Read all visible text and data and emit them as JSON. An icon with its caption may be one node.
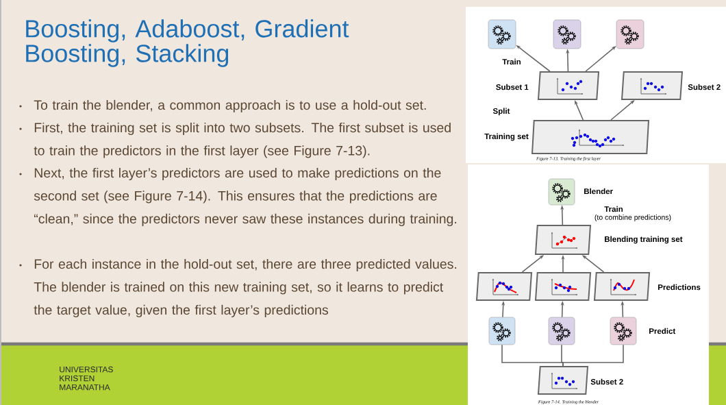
{
  "diagram": {
    "title": "Boosting, Adaboost, Gradient Boosting, Stacking",
    "nodes": [
      {
        "text": [],
        "shape": "box"
      },
      {
        "text": [],
        "shape": "box"
      },
      {
        "text": [],
        "shape": "box"
      },
      {
        "text": [
          "Subset 1"
        ]
      },
      {
        "text": [
          "Subset 2"
        ]
      },
      {
        "text": [
          "Training set"
        ]
      },
      {
        "text": [
          "Blender"
        ]
      },
      {
        "text": [
          "Blending training set"
        ]
      },
      {
        "text": [],
        "shape": "parallelogram"
      },
      {
        "text": [],
        "shape": "parallelogram"
      },
      {
        "text": [],
        "shape": "parallelogram"
      },
      {
        "text": [],
        "shape": "box"
      },
      {
        "text": [],
        "shape": "box"
      },
      {
        "text": [],
        "shape": "box"
      },
      {
        "text": [
          "Subset 2"
        ]
      }
    ],
    "edges": [
      {
        "from": 5,
        "to": 3,
        "arrow": "to"
      },
      {
        "from": 5,
        "to": 4,
        "arrow": "to"
      },
      {
        "from": 3,
        "to": 0,
        "arrow": "to"
      },
      {
        "from": 3,
        "to": 1,
        "arrow": "to"
      },
      {
        "from": 3,
        "to": 2,
        "arrow": "to"
      },
      {
        "from": 14,
        "to": 11,
        "arrow": "none"
      },
      {
        "from": 14,
        "to": 12,
        "arrow": "none"
      },
      {
        "from": 14,
        "to": 13,
        "arrow": "none"
      },
      {
        "from": 11,
        "to": 8,
        "arrow": "to"
      },
      {
        "from": 12,
        "to": 9,
        "arrow": "to"
      },
      {
        "from": 13,
        "to": 10,
        "arrow": "to"
      },
      {
        "from": 8,
        "to": 7,
        "arrow": "to"
      },
      {
        "from": 9,
        "to": 7,
        "arrow": "to"
      },
      {
        "from": 10,
        "to": 7,
        "arrow": "to"
      },
      {
        "from": 7,
        "to": 6,
        "arrow": "to"
      }
    ],
    "labels": [
      "To train the blender, a common approach is to use a hold-out set.",
      "First, the training set is split into two subsets. The first subset is used to train the predictors in the first layer (see Figure 7-13).",
      "Next, the first layer’s predictors are used to make predictions on the second set (see Figure 7-14). This ensures that the predictions are “clean,” since the predictors never saw these instances during training.",
      "For each instance in the hold-out set, there are three predicted values. The blender is trained on this new training set, so it learns to predict the target value, given the first layer’s predictions",
      "Train",
      "Split",
      "Figure 7-13. Training the first layer",
      "Train",
      "(to combine predictions)",
      "Predictions",
      "Predict",
      "Figure 7-14. Training the blender",
      "UNIVERSITAS KRISTEN MARANATHA"
    ]
  }
}
